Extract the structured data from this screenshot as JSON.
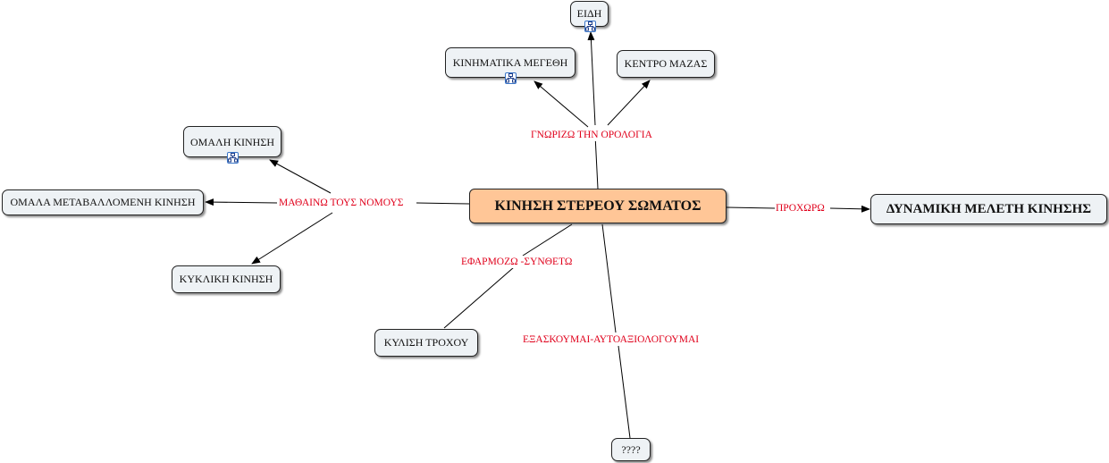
{
  "map": {
    "central": "ΚΙΝΗΣΗ ΣΤΕΡΕΟΥ ΣΩΜΑΤΟΣ",
    "concepts": {
      "eidi": "ΕΙΔΗ",
      "kinimatika": "ΚΙΝΗΜΑΤΙΚΑ ΜΕΓΕΘΗ",
      "kentro": "ΚΕΝΤΡΟ ΜΑΖΑΣ",
      "omali": "ΟΜΑΛΗ ΚΙΝΗΣΗ",
      "metavallomeni": "ΟΜΑΛΑ ΜΕΤΑΒΑΛΛΟΜΕΝΗ ΚΙΝΗΣΗ",
      "kykliki": "ΚΥΚΛΙΚΗ ΚΙΝΗΣΗ",
      "kylisi": "ΚΥΛΙΣΗ ΤΡΟΧΟΥ",
      "dynamiki": "ΔΥΝΑΜΙΚΗ ΜΕΛΕΤΗ ΚΙΝΗΣΗΣ",
      "unknown": "????"
    },
    "linking_phrases": {
      "gnorizo": "ΓΝΩΡΙΖΩ ΤΗΝ ΟΡΟΛΟΓΙΑ",
      "mathaino": "ΜΑΘΑΙΝΩ ΤΟΥΣ ΝΟΜΟΥΣ",
      "efarmozo": "ΕΦΑΡΜΟΖΩ -ΣΥΝΘΕΤΩ",
      "exaskoumai": "ΕΞΑΣΚΟΥΜΑΙ-ΑΥΤΟΑΞΙΟΛΟΓΟΥΜΑΙ",
      "proxoro": "ΠΡΟΧΩΡΩ"
    },
    "badge_icon": "submap-icon",
    "colors": {
      "central_fill": "#ffc697",
      "node_fill": "#eef2f5",
      "linking_text": "#e0001b"
    }
  }
}
